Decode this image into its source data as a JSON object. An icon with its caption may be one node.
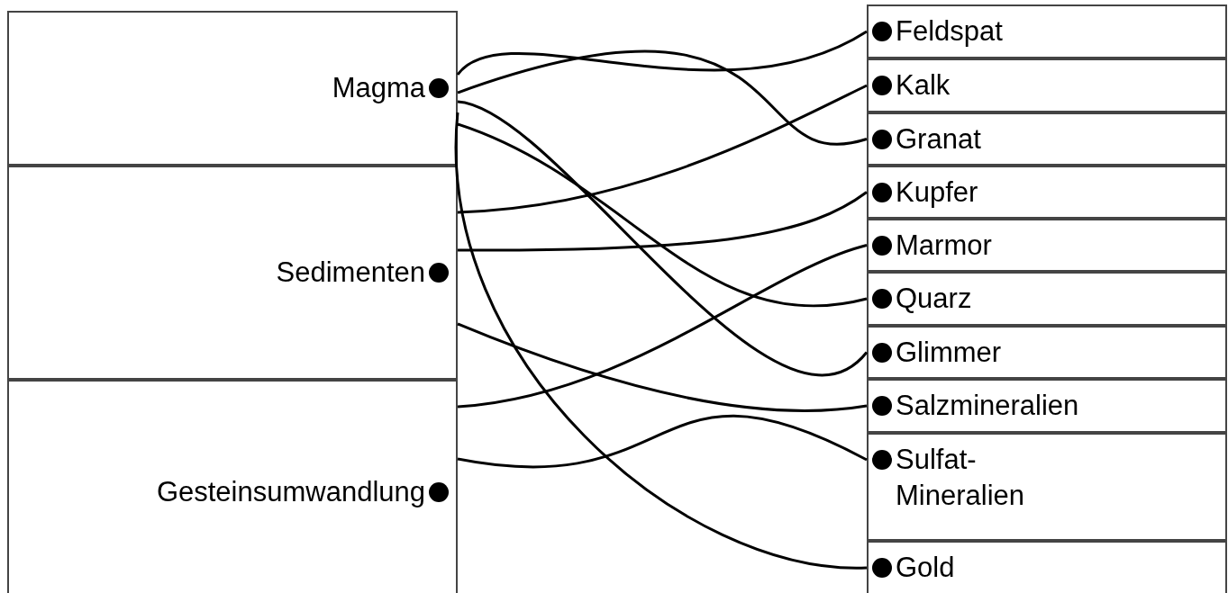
{
  "diagram": {
    "nodes": [
      {
        "text": [
          "Magma"
        ]
      },
      {
        "text": [
          "Sedimenten"
        ]
      },
      {
        "text": [
          "Gesteinsumwandlung"
        ]
      },
      {
        "text": [
          "Feldspat"
        ]
      },
      {
        "text": [
          "Kalk"
        ]
      },
      {
        "text": [
          "Granat"
        ]
      },
      {
        "text": [
          "Kupfer"
        ]
      },
      {
        "text": [
          "Marmor"
        ]
      },
      {
        "text": [
          "Quarz"
        ]
      },
      {
        "text": [
          "Glimmer"
        ]
      },
      {
        "text": [
          "Salzmineralien"
        ]
      },
      {
        "text": [
          "Sulfat- Mineralien"
        ]
      },
      {
        "text": [
          "Gold"
        ]
      }
    ],
    "edges": [
      {
        "from": 0,
        "to": 3,
        "arrow": "none"
      },
      {
        "from": 1,
        "to": 4,
        "arrow": "none"
      },
      {
        "from": 0,
        "to": 5,
        "arrow": "none"
      },
      {
        "from": 1,
        "to": 6,
        "arrow": "none"
      },
      {
        "from": 2,
        "to": 7,
        "arrow": "none"
      },
      {
        "from": 0,
        "to": 8,
        "arrow": "none"
      },
      {
        "from": 0,
        "to": 9,
        "arrow": "none"
      },
      {
        "from": 1,
        "to": 10,
        "arrow": "none"
      },
      {
        "from": 2,
        "to": 11,
        "arrow": "none"
      },
      {
        "from": 0,
        "to": 12,
        "arrow": "none"
      }
    ]
  }
}
